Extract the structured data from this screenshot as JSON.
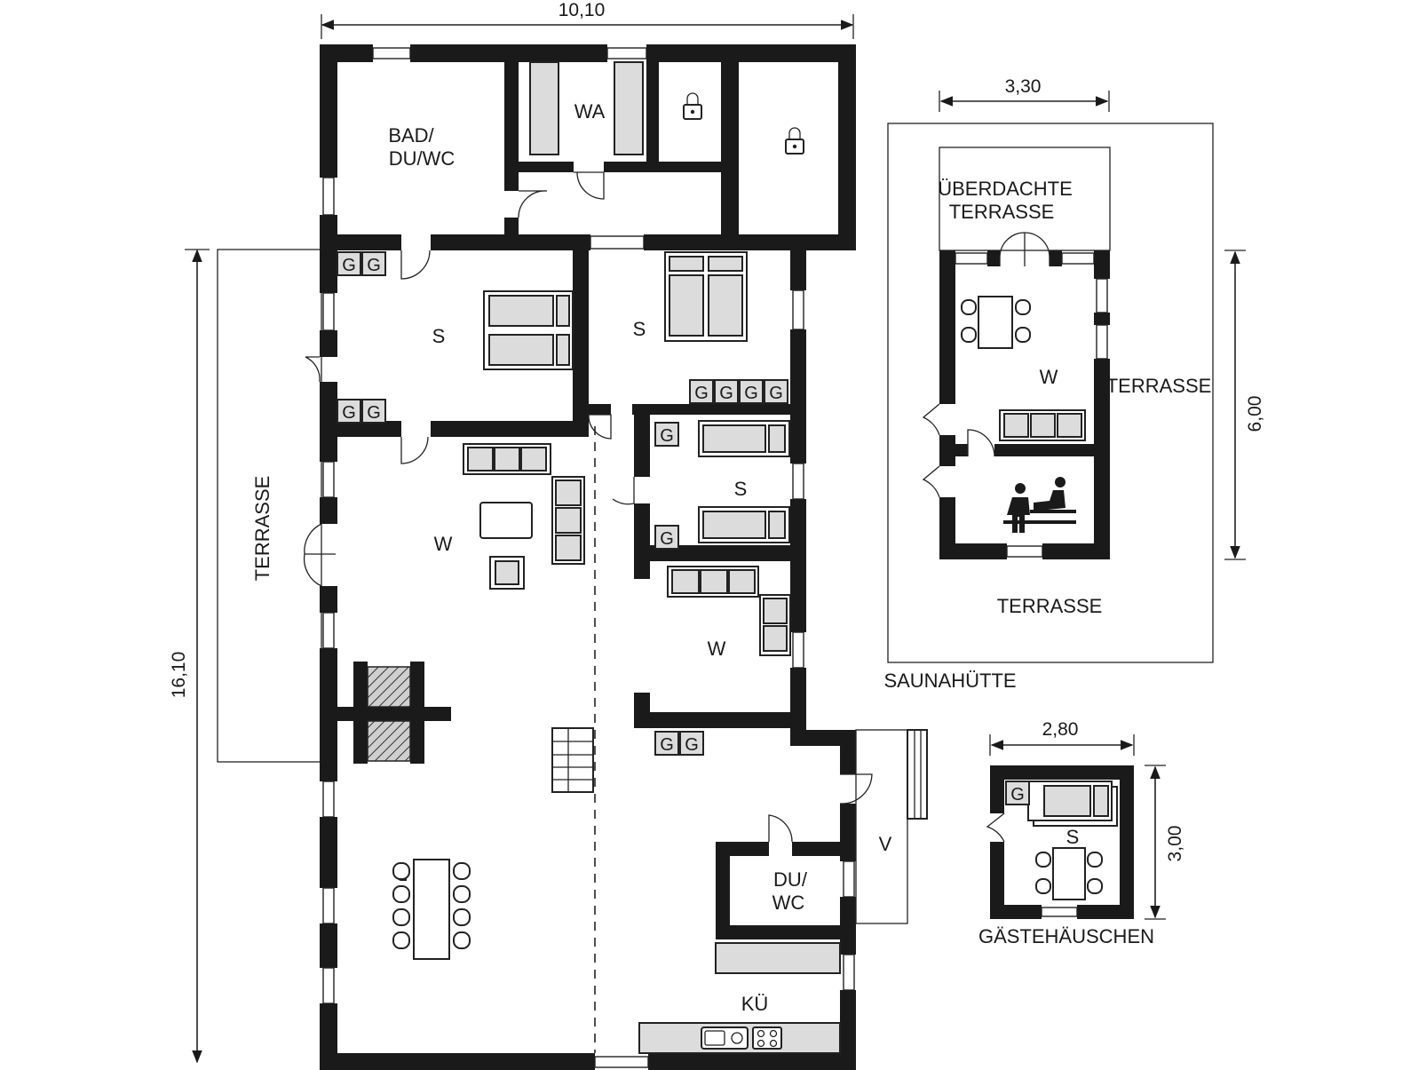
{
  "dimensions": {
    "main_width": "10,10",
    "main_height": "16,10",
    "sauna_width": "3,30",
    "sauna_height": "6,00",
    "guest_width": "2,80",
    "guest_height": "3,00"
  },
  "rooms": {
    "bad_line1": "BAD/",
    "bad_line2": "DU/WC",
    "wa": "WA",
    "s_left": "S",
    "s_mid": "S",
    "s_right": "S",
    "w_main": "W",
    "w_right": "W",
    "v": "V",
    "du_line1": "DU/",
    "du_line2": "WC",
    "kue": "KÜ",
    "terrasse_left": "TERRASSE"
  },
  "sauna": {
    "covered_line1": "ÜBERDACHTE",
    "covered_line2": "TERRASSE",
    "w": "W",
    "terrasse_right": "TERRASSE",
    "terrasse_bottom": "TERRASSE",
    "caption": "SAUNAHÜTTE"
  },
  "guest": {
    "s": "S",
    "caption": "GÄSTEHÄUSCHEN"
  },
  "bed_marker": "G",
  "icons": [
    "lock-icon",
    "sauna-people-icon",
    "sink-icon",
    "stove-icon"
  ]
}
